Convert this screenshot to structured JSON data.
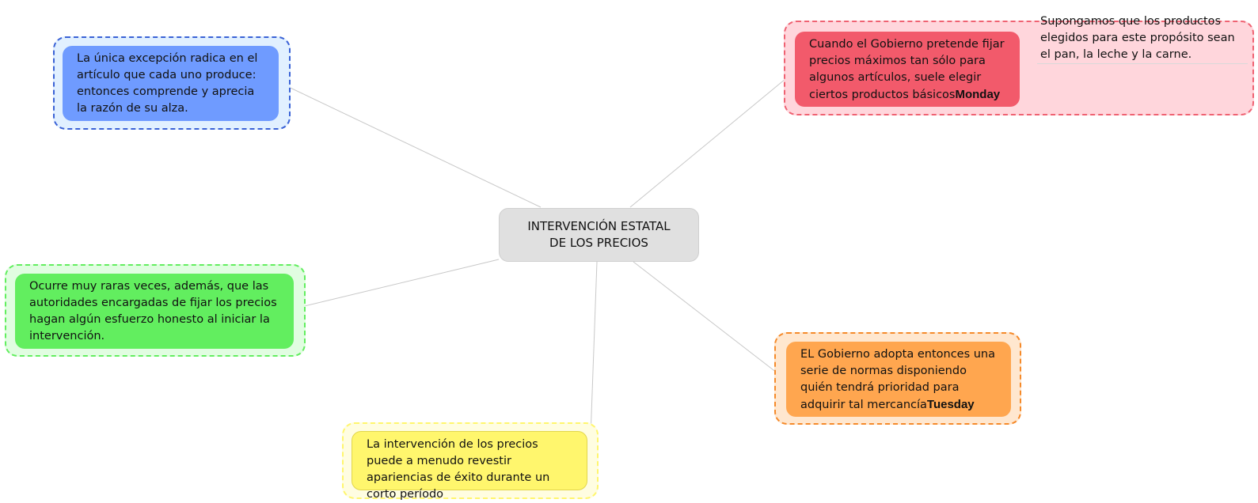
{
  "central": {
    "line1": "INTERVENCIÓN ESTATAL",
    "line2": "DE LOS PRECIOS"
  },
  "topics": {
    "excepcion": {
      "text": "La única excepción radica en el artículo que cada uno produce: entonces comprende y aprecia la razón de su alza."
    },
    "raras_veces": {
      "text": "Ocurre muy raras veces, además, que las autoridades encargadas de fijar los precios hagan algún esfuerzo honesto al iniciar la intervención."
    },
    "intervencion": {
      "text": "La intervención de los precios puede a menudo revestir apariencias de éxito durante un corto período"
    },
    "gobierno_fijar": {
      "text": "Cuando el Gobierno pretende fijar precios máximos tan sólo para algunos artículos, suele elegir ciertos productos básicos",
      "tag": "Monday"
    },
    "gobierno_normas": {
      "text": "EL Gobierno adopta entonces una serie de normas disponiendo quién tendrá prioridad para adquirir tal mercancía",
      "tag": "Tuesday"
    }
  },
  "notes": {
    "supongamos": "Supongamos que los productos elegidos para este propósito sean el pan, la leche y la carne."
  },
  "colors": {
    "connector": "#c8c8c8",
    "central_fill": "#e0e0e0",
    "blue_fill": "#6f9bff",
    "blue_boundary": "#3a62d6",
    "blue_boundary_fill": "#e1f0ff",
    "green_fill": "#62ee5f",
    "green_boundary": "#62ee5f",
    "green_boundary_fill": "#e1fde1",
    "yellow_fill": "#fff66d",
    "yellow_boundary": "#fff66d",
    "yellow_boundary_fill": "#fffde1",
    "red_fill": "#f25a6b",
    "red_boundary": "#ef6272",
    "red_boundary_fill": "#ffd6dc",
    "orange_fill": "#ffa64f",
    "orange_boundary": "#f58a2a",
    "orange_boundary_fill": "#ffe7cf"
  }
}
